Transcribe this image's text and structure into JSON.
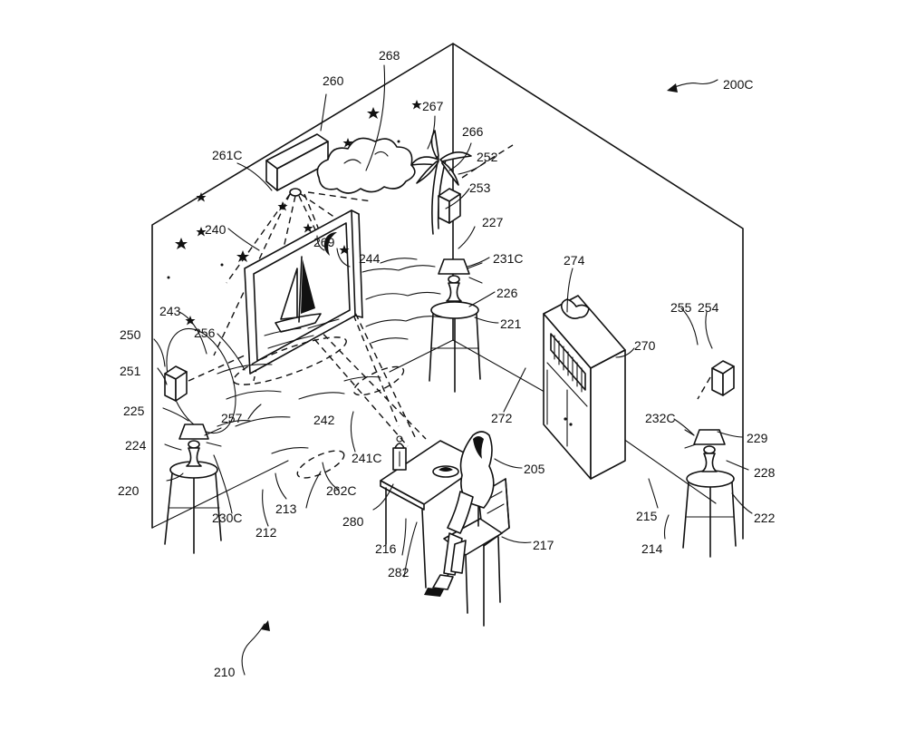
{
  "figure": {
    "labels": [
      {
        "id": "200C",
        "text": "200C"
      },
      {
        "id": "205",
        "text": "205"
      },
      {
        "id": "210",
        "text": "210"
      },
      {
        "id": "212",
        "text": "212"
      },
      {
        "id": "213",
        "text": "213"
      },
      {
        "id": "214",
        "text": "214"
      },
      {
        "id": "215",
        "text": "215"
      },
      {
        "id": "216",
        "text": "216"
      },
      {
        "id": "217",
        "text": "217"
      },
      {
        "id": "220",
        "text": "220"
      },
      {
        "id": "221",
        "text": "221"
      },
      {
        "id": "222",
        "text": "222"
      },
      {
        "id": "224",
        "text": "224"
      },
      {
        "id": "225",
        "text": "225"
      },
      {
        "id": "226",
        "text": "226"
      },
      {
        "id": "227",
        "text": "227"
      },
      {
        "id": "228",
        "text": "228"
      },
      {
        "id": "229",
        "text": "229"
      },
      {
        "id": "230C",
        "text": "230C"
      },
      {
        "id": "231C",
        "text": "231C"
      },
      {
        "id": "232C",
        "text": "232C"
      },
      {
        "id": "240",
        "text": "240"
      },
      {
        "id": "241C",
        "text": "241C"
      },
      {
        "id": "242",
        "text": "242"
      },
      {
        "id": "243",
        "text": "243"
      },
      {
        "id": "244",
        "text": "244"
      },
      {
        "id": "250",
        "text": "250"
      },
      {
        "id": "251",
        "text": "251"
      },
      {
        "id": "252",
        "text": "252"
      },
      {
        "id": "253",
        "text": "253"
      },
      {
        "id": "254",
        "text": "254"
      },
      {
        "id": "255",
        "text": "255"
      },
      {
        "id": "256",
        "text": "256"
      },
      {
        "id": "257",
        "text": "257"
      },
      {
        "id": "260",
        "text": "260"
      },
      {
        "id": "261C",
        "text": "261C"
      },
      {
        "id": "262C",
        "text": "262C"
      },
      {
        "id": "266",
        "text": "266"
      },
      {
        "id": "267",
        "text": "267"
      },
      {
        "id": "268",
        "text": "268"
      },
      {
        "id": "269",
        "text": "269"
      },
      {
        "id": "270",
        "text": "270"
      },
      {
        "id": "272",
        "text": "272"
      },
      {
        "id": "274",
        "text": "274"
      },
      {
        "id": "280",
        "text": "280"
      },
      {
        "id": "282",
        "text": "282"
      }
    ]
  }
}
